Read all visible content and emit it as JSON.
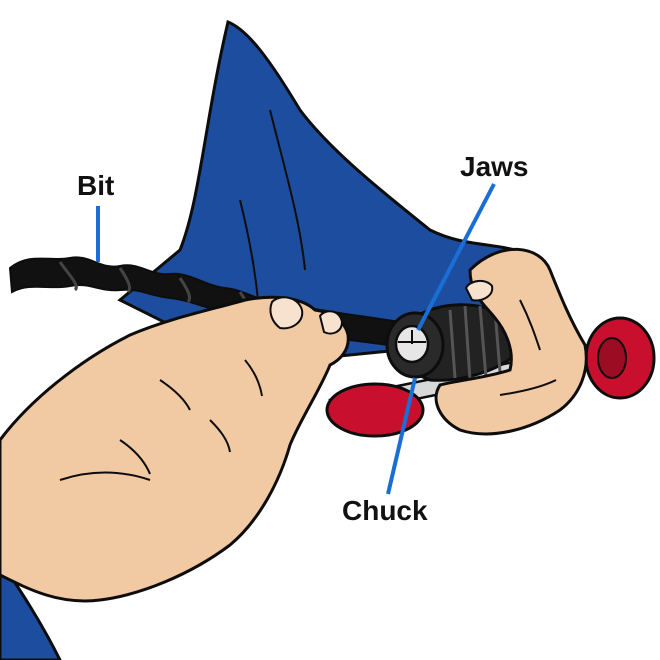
{
  "labels": {
    "bit": "Bit",
    "jaws": "Jaws",
    "chuck": "Chuck"
  },
  "colors": {
    "background": "#ffffff",
    "callout_line": "#1a6fd6",
    "sleeve": "#1d4d9e",
    "skin": "#f1c9a3",
    "bit": "#111111",
    "chuck": "#222222",
    "handle": "#c8102e",
    "shaft": "#d8d8d8"
  },
  "icons": {
    "illustration": "hand-drill-with-bit-illustration"
  }
}
